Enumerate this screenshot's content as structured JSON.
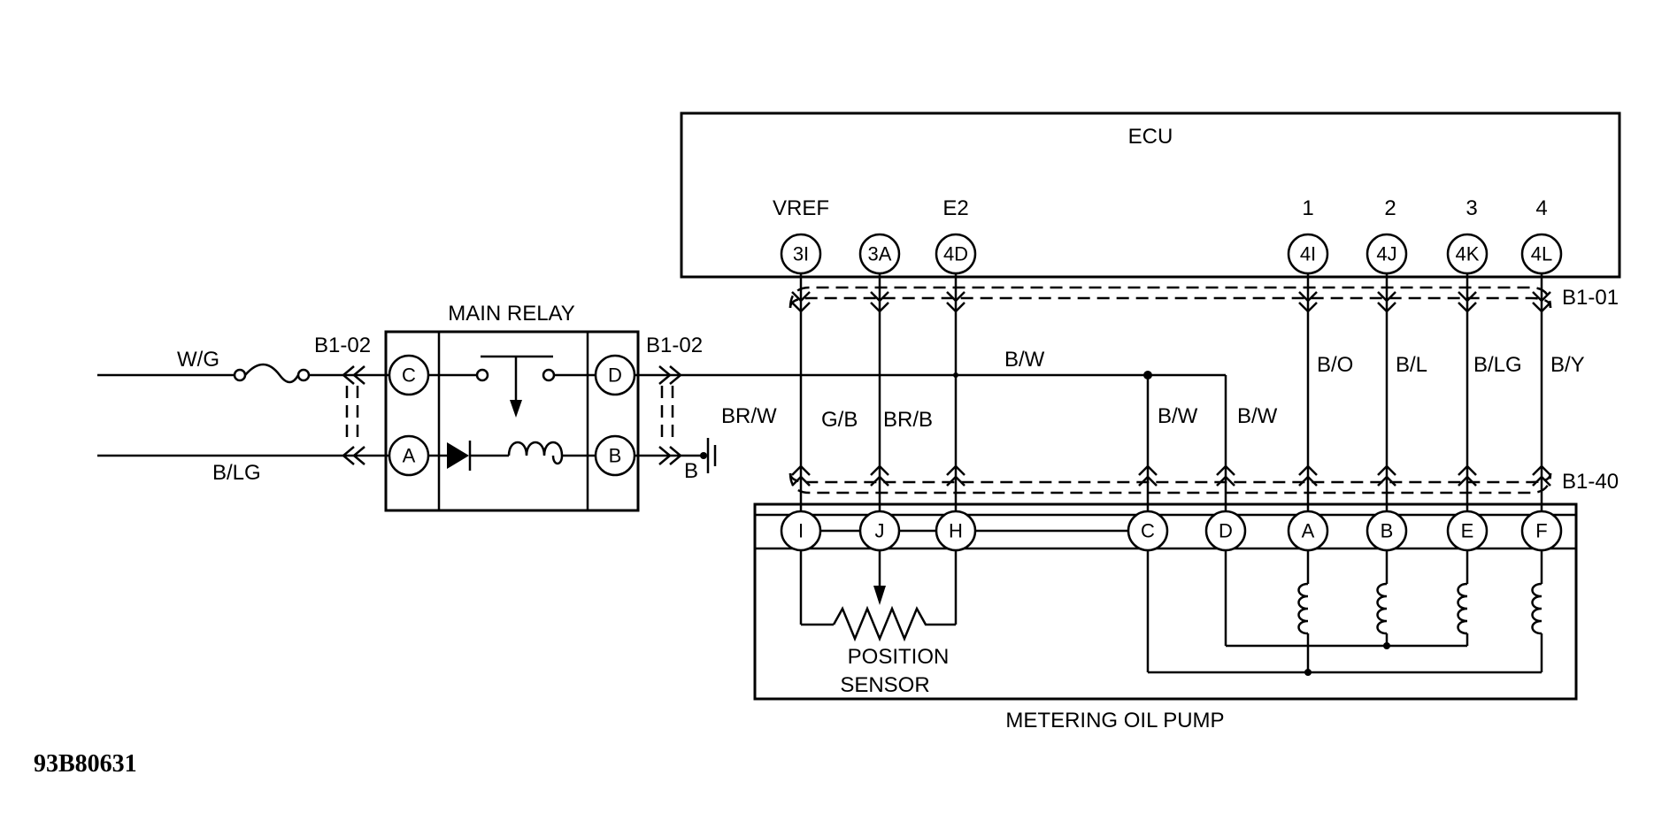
{
  "ecu": {
    "title": "ECU"
  },
  "ecu_terminals": [
    {
      "pin": "3I",
      "label": "VREF"
    },
    {
      "pin": "3A",
      "label": ""
    },
    {
      "pin": "4D",
      "label": "E2"
    },
    {
      "pin": "4I",
      "label": "1"
    },
    {
      "pin": "4J",
      "label": "2"
    },
    {
      "pin": "4K",
      "label": "3"
    },
    {
      "pin": "4L",
      "label": "4"
    }
  ],
  "main_relay": {
    "title": "MAIN RELAY",
    "pins": [
      "C",
      "D",
      "A",
      "B"
    ]
  },
  "connectors": {
    "relay_left": "B1-02",
    "relay_right": "B1-02",
    "ecu_harness": "B1-01",
    "pump_harness": "B1-40"
  },
  "wires": {
    "input_top": "W/G",
    "input_bottom": "B/LG",
    "ground_label": "B",
    "main_feed": "B/W",
    "sensor_vref": "BR/W",
    "sensor_signal": "G/B",
    "sensor_ground": "BR/B",
    "pump_feed_c": "B/W",
    "pump_feed_d": "B/W",
    "coil_1": "B/O",
    "coil_2": "B/L",
    "coil_3": "B/LG",
    "coil_4": "B/Y"
  },
  "pump": {
    "title": "METERING OIL PUMP",
    "pins": [
      "I",
      "J",
      "H",
      "C",
      "D",
      "A",
      "B",
      "E",
      "F"
    ],
    "sensor_label_1": "POSITION",
    "sensor_label_2": "SENSOR"
  },
  "figure_id": "93B80631"
}
